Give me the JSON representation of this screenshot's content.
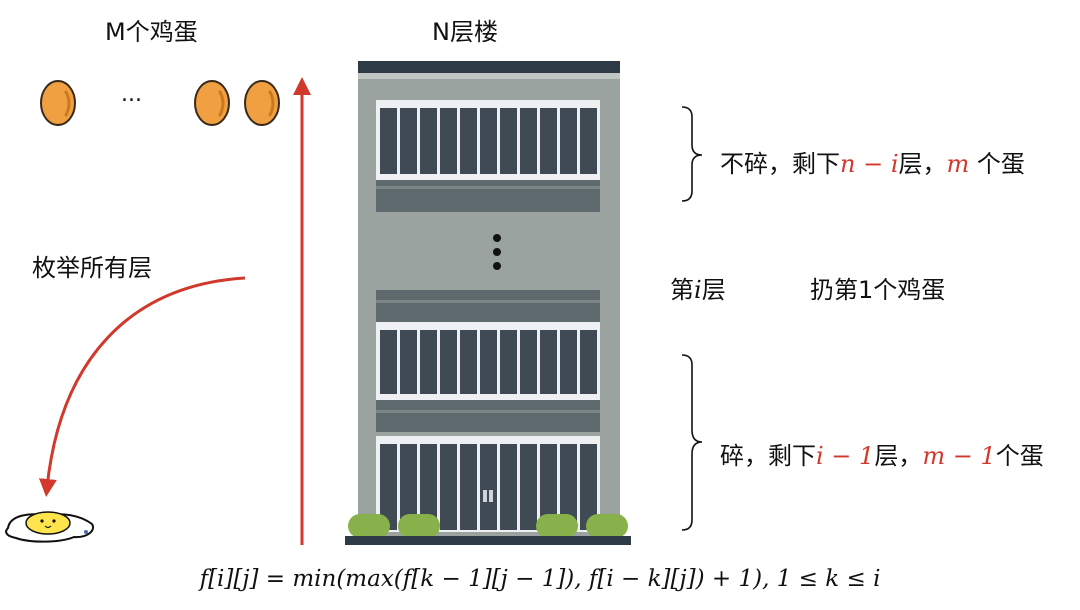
{
  "labels": {
    "eggs": "M个鸡蛋",
    "floors": "N层楼",
    "enumerate": "枚举所有层",
    "ellipsis": "...",
    "floor_i_prefix": "第",
    "floor_i_var": "i",
    "floor_i_suffix": "层",
    "throw": "扔第1个鸡蛋"
  },
  "outcomes": {
    "not_broken": {
      "prefix": "不碎，剩下",
      "floors_expr": "n − i",
      "floors_unit": "层，",
      "eggs_expr": "m",
      "eggs_unit": " 个蛋"
    },
    "broken": {
      "prefix": "碎，剩下",
      "floors_expr": "i − 1",
      "floors_unit": "层，",
      "eggs_expr": "m − 1",
      "eggs_unit": "个蛋"
    }
  },
  "formula": "f[i][j] = min(max(f[k − 1][j − 1]), f[i − k][j]) + 1), 1 ≤ k ≤ i",
  "colors": {
    "egg": "#f0a040",
    "egg_outline": "#3a2a1a",
    "accent_red": "#d0392b",
    "building": "#9aa3a0",
    "building_dark": "#5f6a6e",
    "window_frame": "#eef0f4",
    "window_glass": "#3f4a55",
    "bush": "#88b04b",
    "yolk": "#ffe44d"
  }
}
